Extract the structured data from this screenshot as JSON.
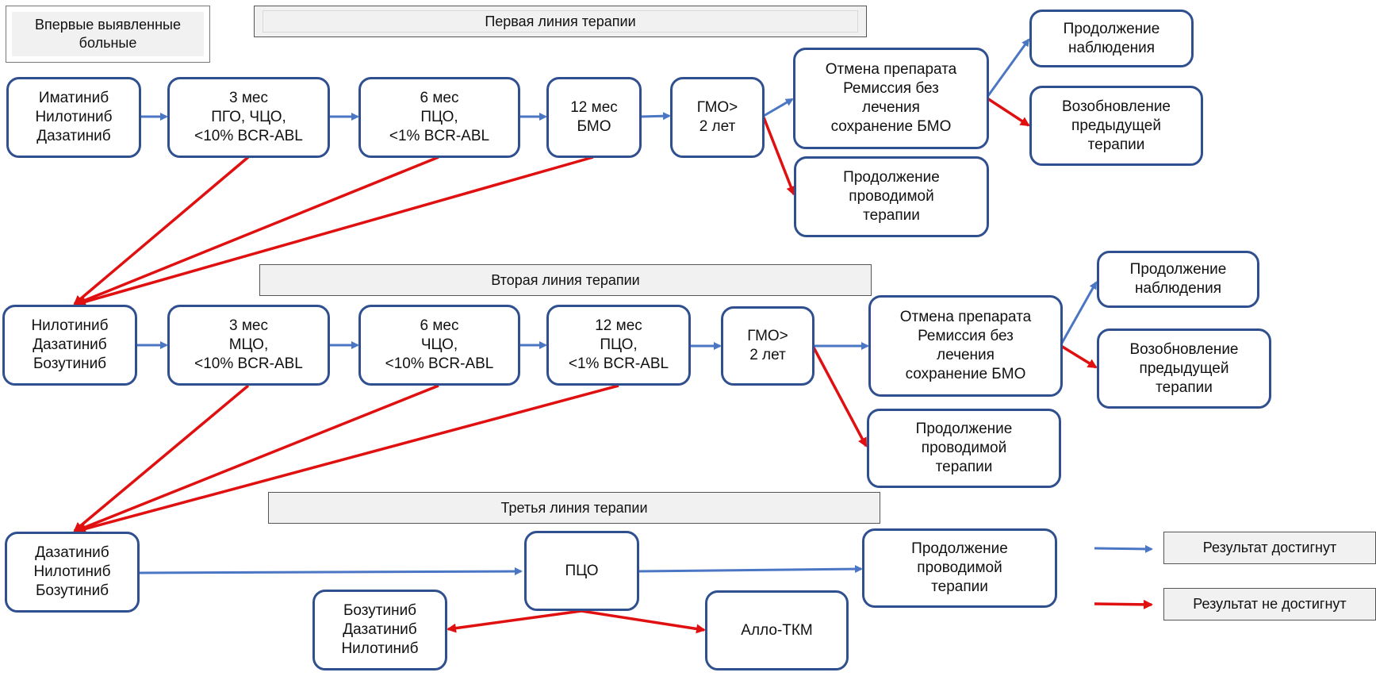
{
  "colors": {
    "node_border": "#2f4f8f",
    "success_arrow": "#4a76c4",
    "failure_arrow": "#e01010",
    "banner_fill": "#f1f1f1"
  },
  "header_box": "Впервые выявленные\nбольные",
  "banners": {
    "line1": "Первая линия терапии",
    "line2": "Вторая линия терапии",
    "line3": "Третья линия терапии"
  },
  "nodes": {
    "l1_drugs": "Иматиниб\nНилотиниб\nДазатиниб",
    "l1_3m": "3 мес\nПГО, ЧЦО,\n<10% BCR-ABL",
    "l1_6m": "6 мес\nПЦО,\n<1% BCR-ABL",
    "l1_12m": "12 мес\nБМО",
    "l1_gmo": "ГМО>\n2 лет",
    "l1_stop": "Отмена препарата\nРемиссия без\nлечения\nсохранение БМО",
    "l1_cont_treat": "Продолжение\nпроводимой\nтерапии",
    "l1_observe": "Продолжение\nнаблюдения",
    "l1_resume": "Возобновление\nпредыдущей\nтерапии",
    "l2_drugs": "Нилотиниб\nДазатиниб\nБозутиниб",
    "l2_3m": "3 мес\nМЦО,\n<10% BCR-ABL",
    "l2_6m": "6 мес\nЧЦО,\n<10% BCR-ABL",
    "l2_12m": "12 мес\nПЦО,\n<1% BCR-ABL",
    "l2_gmo": "ГМО>\n2 лет",
    "l2_stop": "Отмена препарата\nРемиссия без\nлечения\nсохранение БМО",
    "l2_cont_treat": "Продолжение\nпроводимой\nтерапии",
    "l2_observe": "Продолжение\nнаблюдения",
    "l2_resume": "Возобновление\nпредыдущей\nтерапии",
    "l3_drugs": "Дазатиниб\nНилотиниб\nБозутиниб",
    "l3_pco": "ПЦО",
    "l3_cont_treat": "Продолжение\nпроводимой\nтерапии",
    "l3_alt_drugs": "Бозутиниб\nДазатиниб\nНилотиниб",
    "l3_allo": "Алло-ТКМ"
  },
  "legend": {
    "achieved": "Результат достигнут",
    "not_achieved": "Результат не достигнут"
  }
}
